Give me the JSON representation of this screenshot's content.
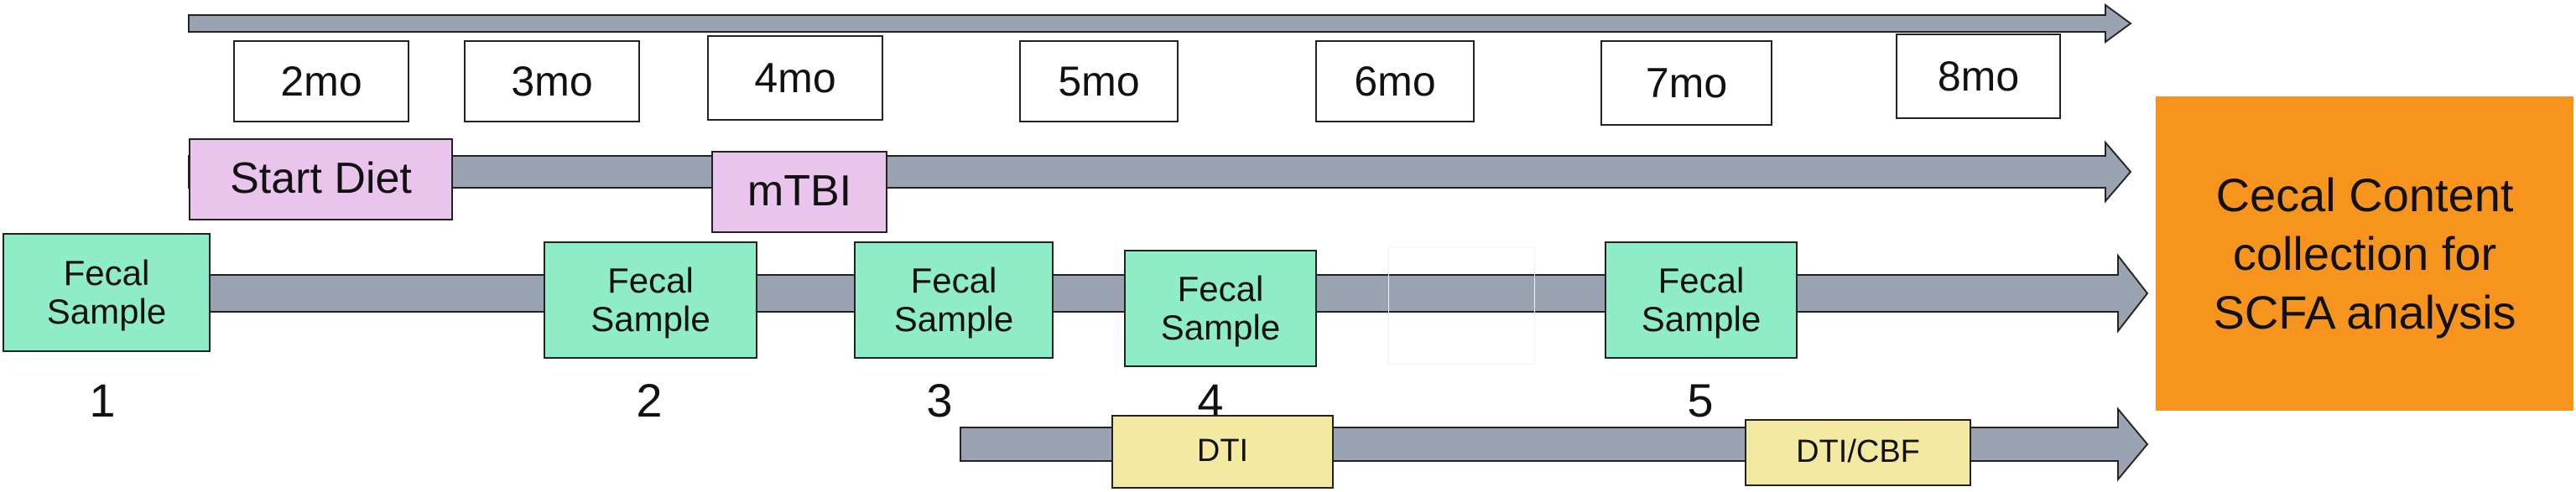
{
  "colors": {
    "arrow_fill": "#99a3b1",
    "month_box": "#ffffff",
    "diet_box": "#e9c4ec",
    "fecal_box": "#8eecc6",
    "imaging_box": "#f3e9a1",
    "outcome_box": "#f7941d"
  },
  "months": [
    "2mo",
    "3mo",
    "4mo",
    "5mo",
    "6mo",
    "7mo",
    "8mo"
  ],
  "events": {
    "start_diet": "Start Diet",
    "mtbi": "mTBI"
  },
  "fecal_sample_label": [
    "Fecal",
    "Sample"
  ],
  "fecal_samples": [
    "1",
    "2",
    "3",
    "4",
    "5"
  ],
  "imaging": {
    "dti": "DTI",
    "dti_cbf": "DTI/CBF"
  },
  "outcome": {
    "lines": [
      "Cecal Content",
      "collection for",
      "SCFA analysis"
    ]
  }
}
